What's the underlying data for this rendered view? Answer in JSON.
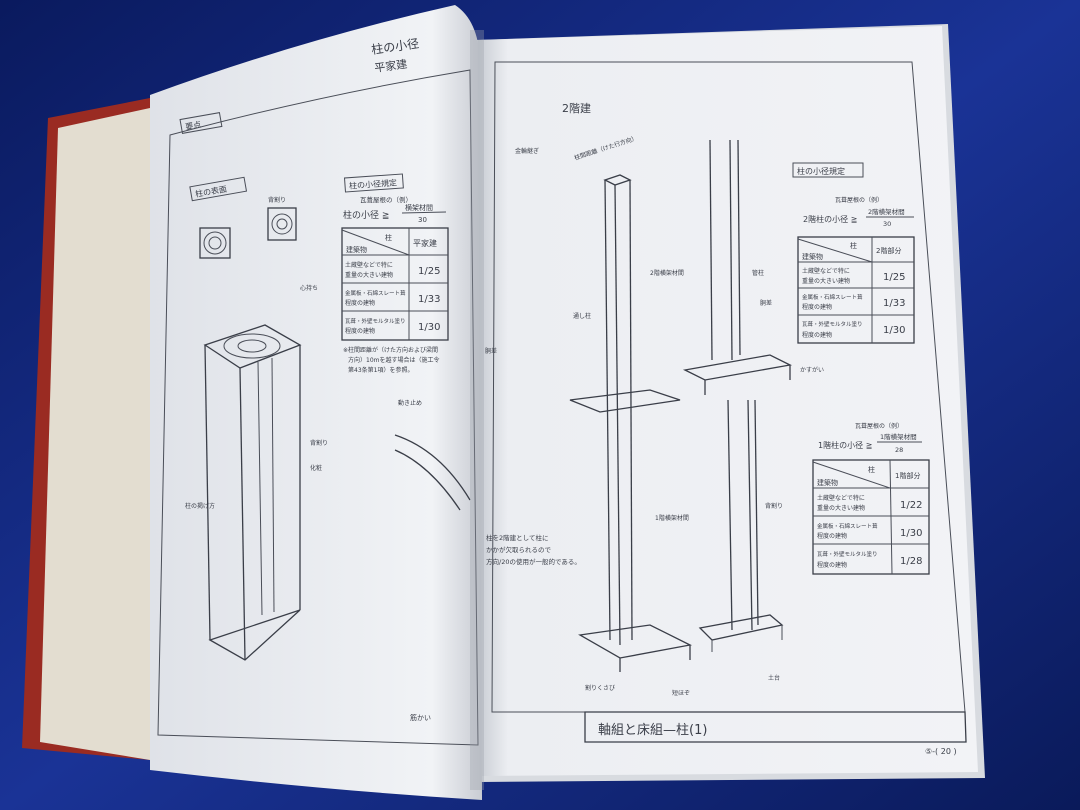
{
  "colors": {
    "fabric": "#0d1f6b",
    "cover": "#9a2b22",
    "paper": "#eef0f3",
    "ink": "#3a3e48"
  },
  "left_page": {
    "title": "柱の小径",
    "subtitle": "平家建",
    "boxes": [
      "要点",
      "柱の小径規定",
      "柱の表面"
    ],
    "formula_note": "瓦葺屋根の（例）",
    "formula_lhs": "柱の小径 ≧",
    "formula_num": "横架材間",
    "formula_den": "30",
    "table": {
      "header_diag_top": "柱",
      "header_diag_bottom": "建築物",
      "header_col": "平家建",
      "rows": [
        {
          "label1": "土蔵壁などで特に",
          "label2": "重量の大きい建物",
          "value": "1/25"
        },
        {
          "label1": "金属板・石綿スレート葺",
          "label2": "程度の建物",
          "value": "1/33"
        },
        {
          "label1": "瓦葺・外壁モルタル塗り",
          "label2": "程度の建物",
          "value": "1/30"
        }
      ]
    },
    "note1": "※柱間距離が（けた方向および梁間",
    "note2": "方向）10mを越す場合は（施工令",
    "note3": "第43条第1項）を参照。",
    "labels": [
      "背割り",
      "心持ち",
      "背割り",
      "化粧",
      "柱の掲げ方",
      "動き止め",
      "筋かい",
      "胴差",
      "金輪継ぎ"
    ]
  },
  "right_page": {
    "title": "2階建",
    "upper_box": "柱の小径規定",
    "upper_note": "瓦葺屋根の（例）",
    "upper_lhs": "2階柱の小径 ≧",
    "upper_num": "2階横架材間",
    "upper_den": "30",
    "upper_table": {
      "header_diag_top": "柱",
      "header_diag_bottom": "建築物",
      "header_col": "2階部分",
      "values": [
        "1/25",
        "1/33",
        "1/30"
      ]
    },
    "lower_note": "瓦葺屋根の（例）",
    "lower_lhs": "1階柱の小径 ≧",
    "lower_num": "1階横架材間",
    "lower_den": "28",
    "lower_table": {
      "header_diag_top": "柱",
      "header_diag_bottom": "建築物",
      "header_col": "1階部分",
      "values": [
        "1/22",
        "1/30",
        "1/28"
      ]
    },
    "row_labels": [
      {
        "label1": "土蔵壁などで特に",
        "label2": "重量の大きい建物"
      },
      {
        "label1": "金属板・石綿スレート葺",
        "label2": "程度の建物"
      },
      {
        "label1": "瓦葺・外壁モルタル塗り",
        "label2": "程度の建物"
      }
    ],
    "labels": [
      "柱間距離（けた行方向）",
      "通し柱",
      "管柱",
      "2階横架材間",
      "1階横架材間",
      "胴差",
      "かすがい",
      "短ほぞ",
      "割りくさび",
      "土台",
      "背割り"
    ],
    "side_note1": "柱を2階建として柱に",
    "side_note2": "かかが欠取られるので",
    "side_note3": "方向/20の使用が一般的である。",
    "footer_title": "軸組と床組—柱(1)",
    "page_number": "⑤-( 20 )"
  }
}
